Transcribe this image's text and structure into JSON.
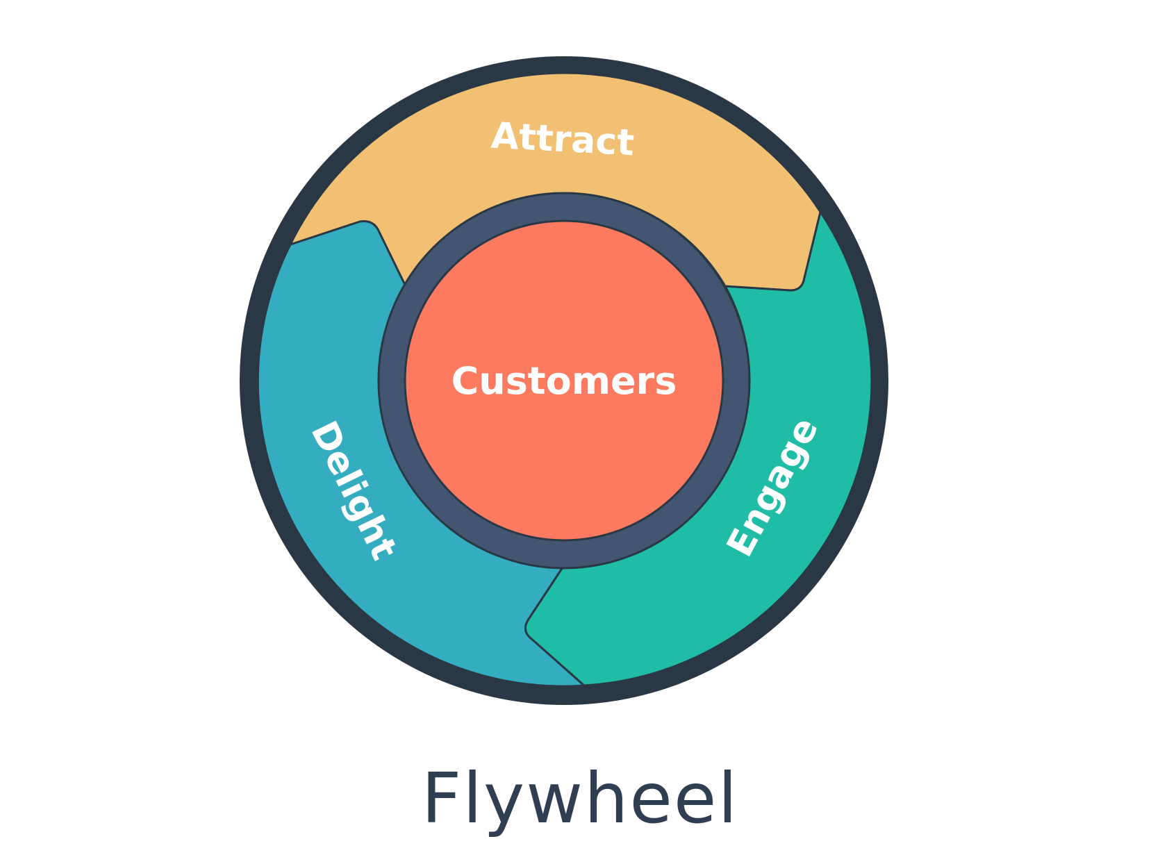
{
  "diagram": {
    "center_label": "Customers",
    "segments": [
      {
        "id": "attract",
        "label": "Attract",
        "color": "#F2C073"
      },
      {
        "id": "engage",
        "label": "Engage",
        "color": "#1FBDA6"
      },
      {
        "id": "delight",
        "label": "Delight",
        "color": "#35ADC0"
      }
    ],
    "caption": "Flywheel",
    "colors": {
      "outer_ring": "#2A3845",
      "inner_ring": "#435570",
      "center_fill": "#FC7A60",
      "outline": "#2A3845",
      "caption_text": "#2F3E51"
    }
  }
}
